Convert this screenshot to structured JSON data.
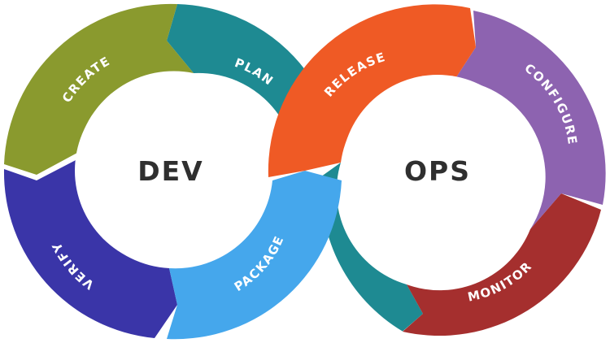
{
  "diagram": {
    "center_labels": {
      "dev": "DEV",
      "ops": "OPS"
    },
    "stages": {
      "plan": "PLAN",
      "create": "CREATE",
      "verify": "VERIFY",
      "package": "PACKAGE",
      "release": "RELEASE",
      "configure": "CONFIGURE",
      "monitor": "MONITOR"
    },
    "colors": {
      "plan": "#1e8a92",
      "create": "#8a9a2e",
      "verify": "#3a35a8",
      "package": "#45a7ec",
      "release": "#ef5a25",
      "configure": "#8d63b0",
      "monitor": "#a52f2e",
      "crossover": "#1e8a92"
    }
  }
}
